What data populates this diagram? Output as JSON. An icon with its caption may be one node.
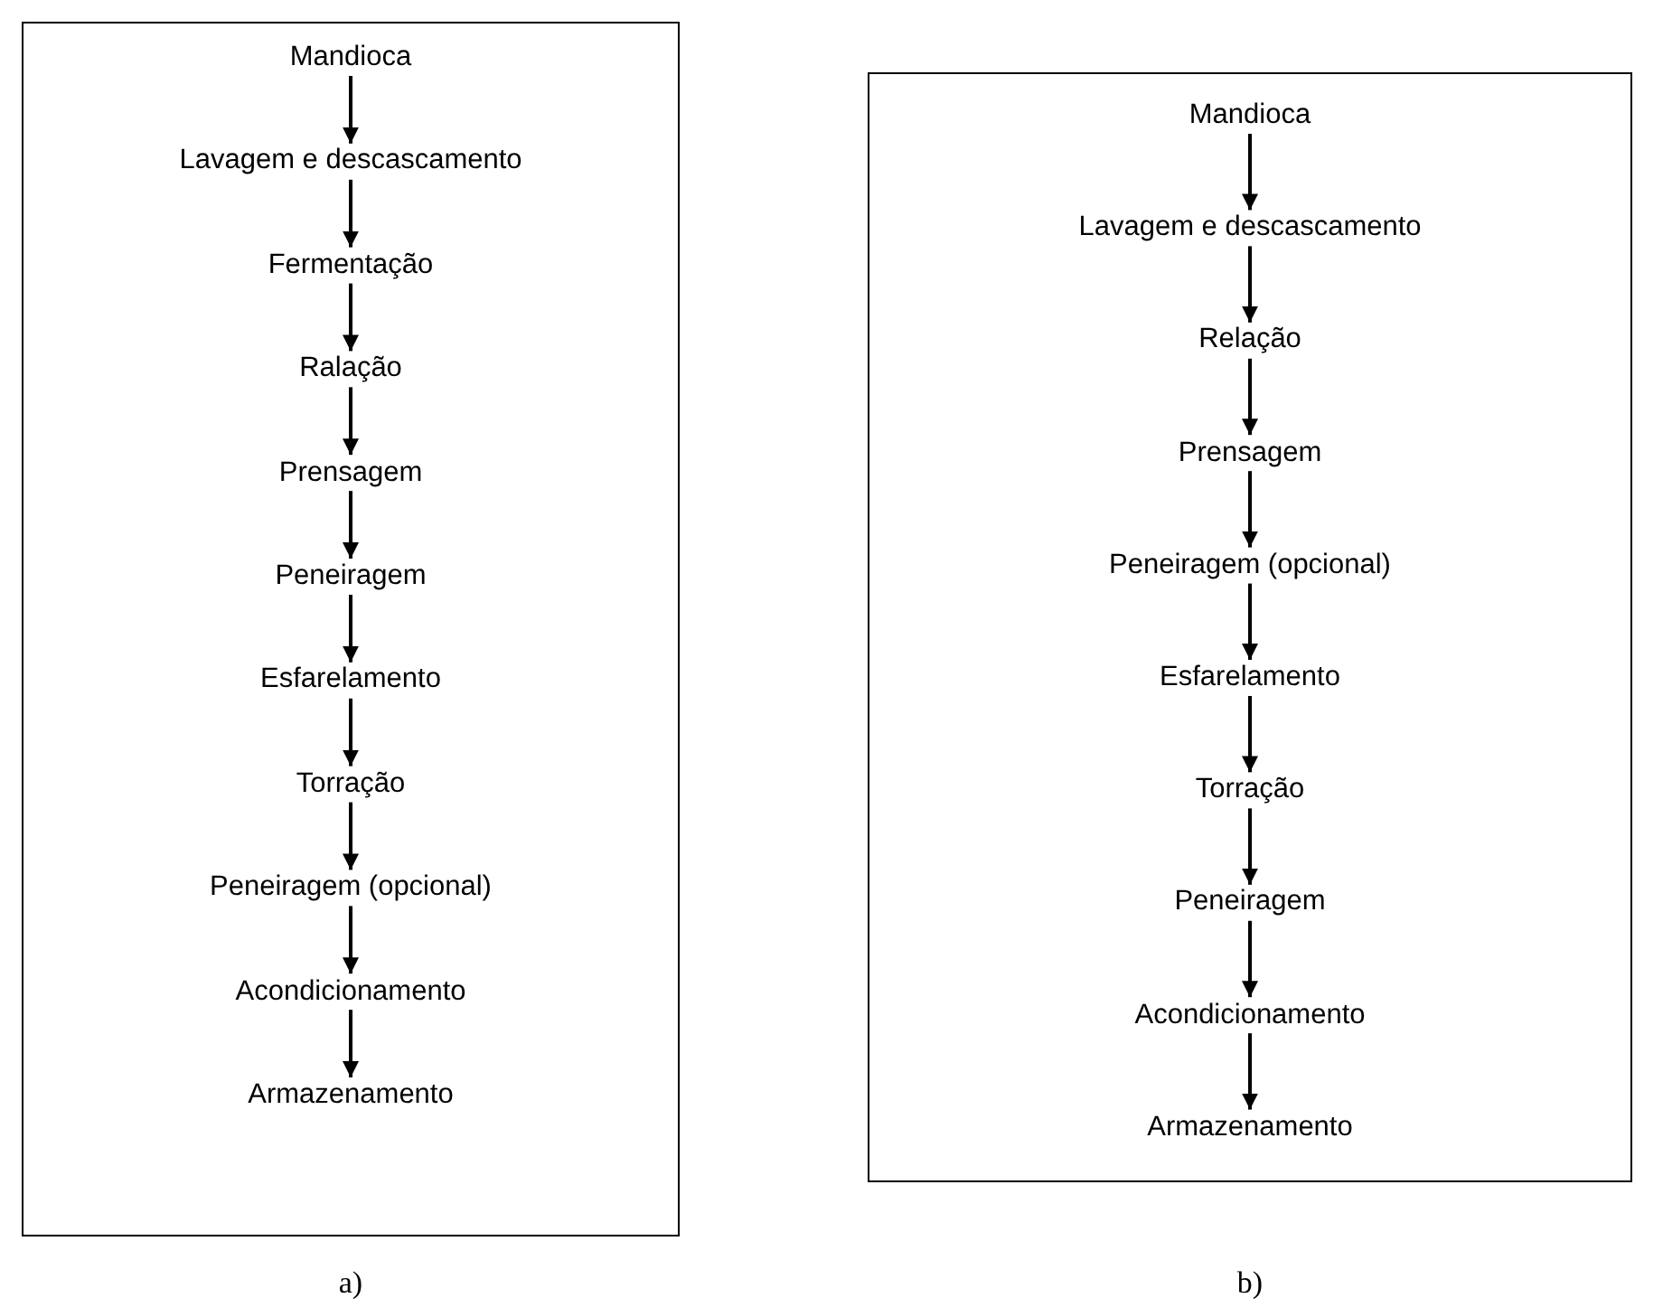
{
  "diagram": {
    "nodes": [
      {
        "text": [],
        "shape": "box",
        "beside": [
          "a)"
        ]
      },
      {
        "text": [
          "Mandioca"
        ],
        "in": 0
      },
      {
        "text": [
          "Lavagem e descascamento"
        ],
        "in": 0
      },
      {
        "text": [
          "Fermentação"
        ],
        "in": 0
      },
      {
        "text": [
          "Ralação"
        ],
        "in": 0
      },
      {
        "text": [
          "Prensagem"
        ],
        "in": 0
      },
      {
        "text": [
          "Peneiragem"
        ],
        "in": 0
      },
      {
        "text": [
          "Esfarelamento"
        ],
        "in": 0
      },
      {
        "text": [
          "Torração"
        ],
        "in": 0
      },
      {
        "text": [
          "Peneiragem (opcional)"
        ],
        "in": 0
      },
      {
        "text": [
          "Acondicionamento"
        ],
        "in": 0
      },
      {
        "text": [
          "Armazenamento"
        ],
        "in": 0
      },
      {
        "text": [],
        "shape": "box",
        "beside": [
          "b)"
        ]
      },
      {
        "text": [
          "Mandioca"
        ],
        "in": 12
      },
      {
        "text": [
          "Lavagem e descascamento"
        ],
        "in": 12
      },
      {
        "text": [
          "Relação"
        ],
        "in": 12
      },
      {
        "text": [
          "Prensagem"
        ],
        "in": 12
      },
      {
        "text": [
          "Peneiragem (opcional)"
        ],
        "in": 12
      },
      {
        "text": [
          "Esfarelamento"
        ],
        "in": 12
      },
      {
        "text": [
          "Torração"
        ],
        "in": 12
      },
      {
        "text": [
          "Peneiragem"
        ],
        "in": 12
      },
      {
        "text": [
          "Acondicionamento"
        ],
        "in": 12
      },
      {
        "text": [
          "Armazenamento"
        ],
        "in": 12
      }
    ],
    "edges": [
      {
        "from": 1,
        "to": 2,
        "arrow": "to"
      },
      {
        "from": 2,
        "to": 3,
        "arrow": "to"
      },
      {
        "from": 3,
        "to": 4,
        "arrow": "to"
      },
      {
        "from": 4,
        "to": 5,
        "arrow": "to"
      },
      {
        "from": 5,
        "to": 6,
        "arrow": "to"
      },
      {
        "from": 6,
        "to": 7,
        "arrow": "to"
      },
      {
        "from": 7,
        "to": 8,
        "arrow": "to"
      },
      {
        "from": 8,
        "to": 9,
        "arrow": "to"
      },
      {
        "from": 9,
        "to": 10,
        "arrow": "to"
      },
      {
        "from": 10,
        "to": 11,
        "arrow": "to"
      },
      {
        "from": 13,
        "to": 14,
        "arrow": "to"
      },
      {
        "from": 14,
        "to": 15,
        "arrow": "to"
      },
      {
        "from": 15,
        "to": 16,
        "arrow": "to"
      },
      {
        "from": 16,
        "to": 17,
        "arrow": "to"
      },
      {
        "from": 17,
        "to": 18,
        "arrow": "to"
      },
      {
        "from": 18,
        "to": 19,
        "arrow": "to"
      },
      {
        "from": 19,
        "to": 20,
        "arrow": "to"
      },
      {
        "from": 20,
        "to": 21,
        "arrow": "to"
      },
      {
        "from": 21,
        "to": 22,
        "arrow": "to"
      }
    ]
  }
}
